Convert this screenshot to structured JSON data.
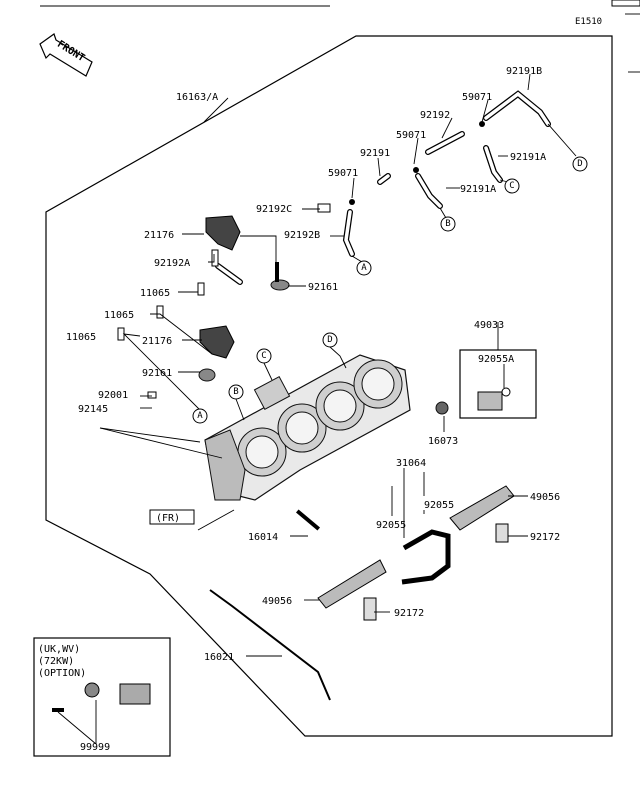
{
  "figure_code": "E1510",
  "front_label": "FRONT",
  "fr_label": "(FR)",
  "option_box": {
    "line1": "(UK,WV)",
    "line2": "(72KW)",
    "line3": "(OPTION)"
  },
  "parts": {
    "p16163A": "16163/A",
    "p92191B": "92191B",
    "p59071a": "59071",
    "p92192": "92192",
    "p59071b": "59071",
    "p92191": "92191",
    "p92191A_1": "92191A",
    "p59071c": "59071",
    "p92191A_2": "92191A",
    "p92192C": "92192C",
    "p21176a": "21176",
    "p92192B": "92192B",
    "p92192A": "92192A",
    "p92161a": "92161",
    "p11065a": "11065",
    "p11065b": "11065",
    "p11065c": "11065",
    "p21176b": "21176",
    "p92161b": "92161",
    "p49033": "49033",
    "p92055A": "92055A",
    "p92001": "92001",
    "p92145": "92145",
    "p16073": "16073",
    "p31064": "31064",
    "p92055a": "92055",
    "p49056a": "49056",
    "p92055b": "92055",
    "p92172a": "92172",
    "p16014": "16014",
    "p49056b": "49056",
    "p92172b": "92172",
    "p16021": "16021",
    "p99999": "99999"
  },
  "refs": {
    "A": "A",
    "B": "B",
    "C": "C",
    "D": "D"
  }
}
